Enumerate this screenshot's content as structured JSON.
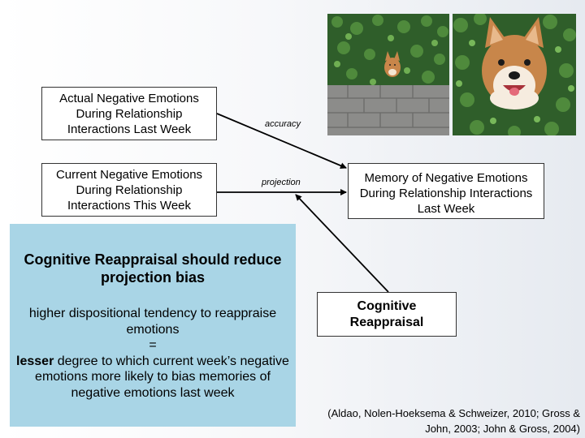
{
  "boxes": {
    "actual": "Actual Negative Emotions During Relationship Interactions Last Week",
    "current": "Current Negative Emotions During Relationship Interactions This Week",
    "memory": "Memory of Negative Emotions During Relationship Interactions Last Week",
    "reappraisal": "Cognitive Reappraisal"
  },
  "arrows": {
    "accuracy": "accuracy",
    "projection": "projection"
  },
  "panel": {
    "title": "Cognitive Reappraisal should reduce projection bias",
    "line1": "higher dispositional tendency to reappraise emotions",
    "equals": "=",
    "emphasis": "lesser",
    "line2": "degree to which current week’s negative emotions more likely to bias memories of negative emotions last week"
  },
  "citation": "(Aldao, Nolen-Hoeksema & Schweizer, 2010; Gross & John, 2003; John & Gross, 2004)",
  "colors": {
    "panel": "#a9d5e6",
    "arrow": "#000000",
    "hedge": "#2f5e2a",
    "dog_fur": "#c8864a"
  }
}
